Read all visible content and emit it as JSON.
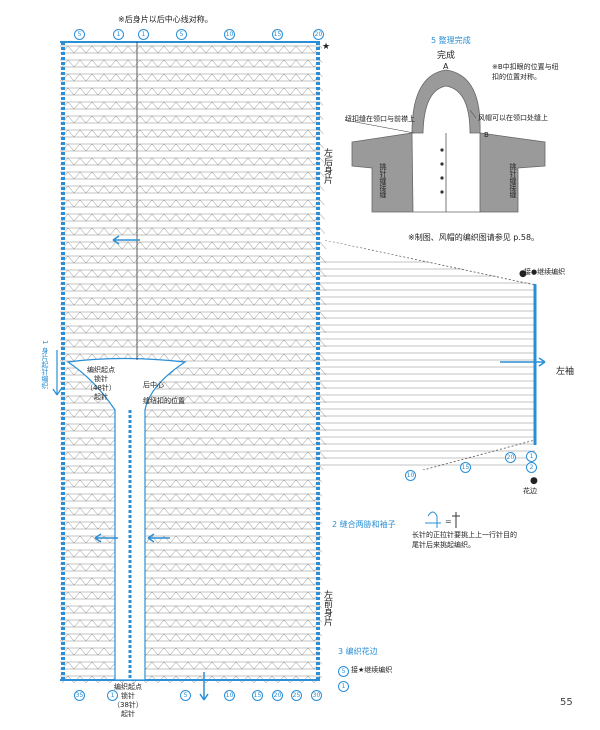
{
  "top_note": "※后身片以后中心线对称。",
  "finish": {
    "step": "5 整理完成",
    "title": "完成",
    "point": "A",
    "note_b": "※B中扣眼的位置与纽扣的位置对称。",
    "label_button": "纽扣缝在领口与前襟上",
    "label_hood": "风帽可以在领口处缝上",
    "label_seam1": "挑针缝接缝",
    "label_seam2": "挑针缝接缝",
    "ref": "※制图、风帽的编织图请参见 p.58。"
  },
  "labels": {
    "left_back": "左后身片",
    "left_front": "左前身片",
    "left_sleeve": "左袖",
    "step1": "1 身片起针编织",
    "step2": "2 缝合两胁和袖子",
    "step3": "3 编织花边",
    "start_top": "编织起点",
    "chain_top": "锁针",
    "count_top": "（48针）",
    "qizhen_top": "起针",
    "back_center": "后中心",
    "button_pos": "缝纽扣的位置",
    "start_bottom": "编织起点",
    "chain_bottom": "锁针",
    "count_bottom": "（38针）",
    "qizhen_bottom": "起针",
    "continue1": "接●继续编织",
    "continue2": "接★继续编织",
    "edging": "花边",
    "legend_text": "长针的正拉针要挑上上一行针目的尾针后来挑起编织。",
    "page_num": "55",
    "point_b": "B"
  },
  "circle_nums": {
    "top": [
      "5",
      "1",
      "1",
      "5",
      "10",
      "15",
      "20"
    ],
    "bottom": [
      "1",
      "5",
      "10",
      "15",
      "20",
      "25",
      "30",
      "35"
    ],
    "right": [
      "5",
      "1"
    ],
    "sleeve_bottom": [
      "10",
      "15",
      "20",
      "1",
      "2"
    ]
  },
  "colors": {
    "blue": "#2a8fd6",
    "stitch": "#555555",
    "garment": "#9a9a9a"
  }
}
